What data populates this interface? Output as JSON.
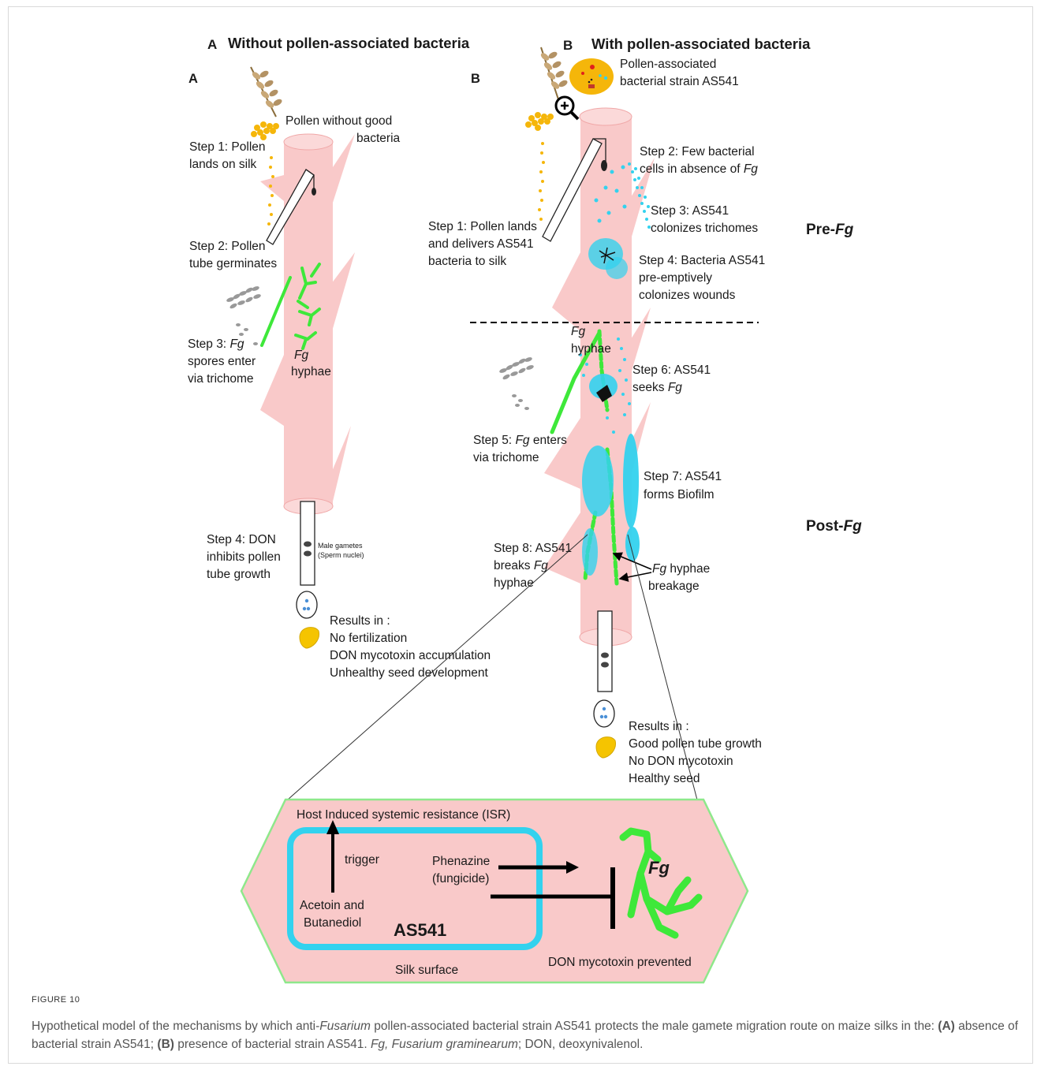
{
  "panelA": {
    "heading_letter": "A",
    "heading_text": "Without pollen-associated bacteria",
    "letter": "A",
    "pollen_label_1": "Pollen without good",
    "pollen_label_2": "bacteria",
    "step1_l1": "Step 1: Pollen",
    "step1_l2": "lands on silk",
    "step2_l1": "Step 2: Pollen",
    "step2_l2": "tube germinates",
    "step3_l1_a": "Step 3: ",
    "step3_l1_b": "Fg",
    "step3_l2": "spores enter",
    "step3_l3": "via trichome",
    "fg_label": "Fg",
    "hyphae_label": "hyphae",
    "step4_l1": "Step 4: DON",
    "step4_l2": "inhibits pollen",
    "step4_l3": "tube growth",
    "gametes_l1": "Male gametes",
    "gametes_l2": "(Sperm nuclei)",
    "results_title": "Results in :",
    "results_1": "No fertilization",
    "results_2": "DON mycotoxin accumulation",
    "results_3": "Unhealthy seed development"
  },
  "panelB": {
    "heading_letter": "B",
    "heading_text": "With pollen-associated bacteria",
    "letter": "B",
    "strain_l1": "Pollen-associated",
    "strain_l2": "bacterial strain AS541",
    "step1_l1": "Step 1: Pollen lands",
    "step1_l2": "and delivers AS541",
    "step1_l3": "bacteria to silk",
    "step2_l1": "Step 2: Few bacterial",
    "step2_l2_a": "cells in absence of ",
    "step2_l2_b": "Fg",
    "step3_l1": "Step 3: AS541",
    "step3_l2": "colonizes trichomes",
    "step4_l1": "Step 4: Bacteria AS541",
    "step4_l2": "pre-emptively",
    "step4_l3": "colonizes wounds",
    "pre_a": "Pre-",
    "pre_b": "Fg",
    "fg_label": "Fg",
    "hyphae_label": "hyphae",
    "step5_l1_a": "Step 5: ",
    "step5_l1_b": "Fg",
    "step5_l1_c": " enters",
    "step5_l2": "via trichome",
    "step6_l1": "Step 6: AS541",
    "step6_l2_a": "seeks ",
    "step6_l2_b": "Fg",
    "step7_l1": "Step 7: AS541",
    "step7_l2": "forms Biofilm",
    "post_a": "Post-",
    "post_b": "Fg",
    "step8_l1": "Step 8: AS541",
    "step8_l2_a": "breaks ",
    "step8_l2_b": "Fg",
    "step8_l3": "hyphae",
    "breakage_l1_a": "Fg",
    "breakage_l1_b": " hyphae",
    "breakage_l2": "breakage",
    "results_title": "Results in :",
    "results_1": "Good pollen tube growth",
    "results_2": "No DON mycotoxin",
    "results_3": "Healthy seed"
  },
  "inset": {
    "isr": "Host Induced systemic resistance (ISR)",
    "trigger": "trigger",
    "acetoin_l1": "Acetoin and",
    "acetoin_l2": "Butanediol",
    "phenazine_l1": "Phenazine",
    "phenazine_l2": "(fungicide)",
    "strain": "AS541",
    "fg": "Fg",
    "don": "DON mycotoxin prevented",
    "silk": "Silk surface"
  },
  "caption": {
    "label": "FIGURE 10",
    "p1": "Hypothetical model of the mechanisms by which anti-",
    "p2": "Fusarium",
    "p3": " pollen-associated bacterial strain AS541 protects the male gamete migration route on maize silks in the: ",
    "p4": "(A)",
    "p5": " absence of bacterial strain AS541; ",
    "p6": "(B)",
    "p7": " presence of bacterial strain AS541. ",
    "p8": "Fg, Fusarium graminearum",
    "p9": "; DON, deoxynivalenol."
  },
  "colors": {
    "silk": "#f9c9c9",
    "bacteria": "#33d2ee",
    "fungus": "#3ee83a",
    "pollen": "#f5b60a",
    "inset_border": "#8ee88b"
  }
}
